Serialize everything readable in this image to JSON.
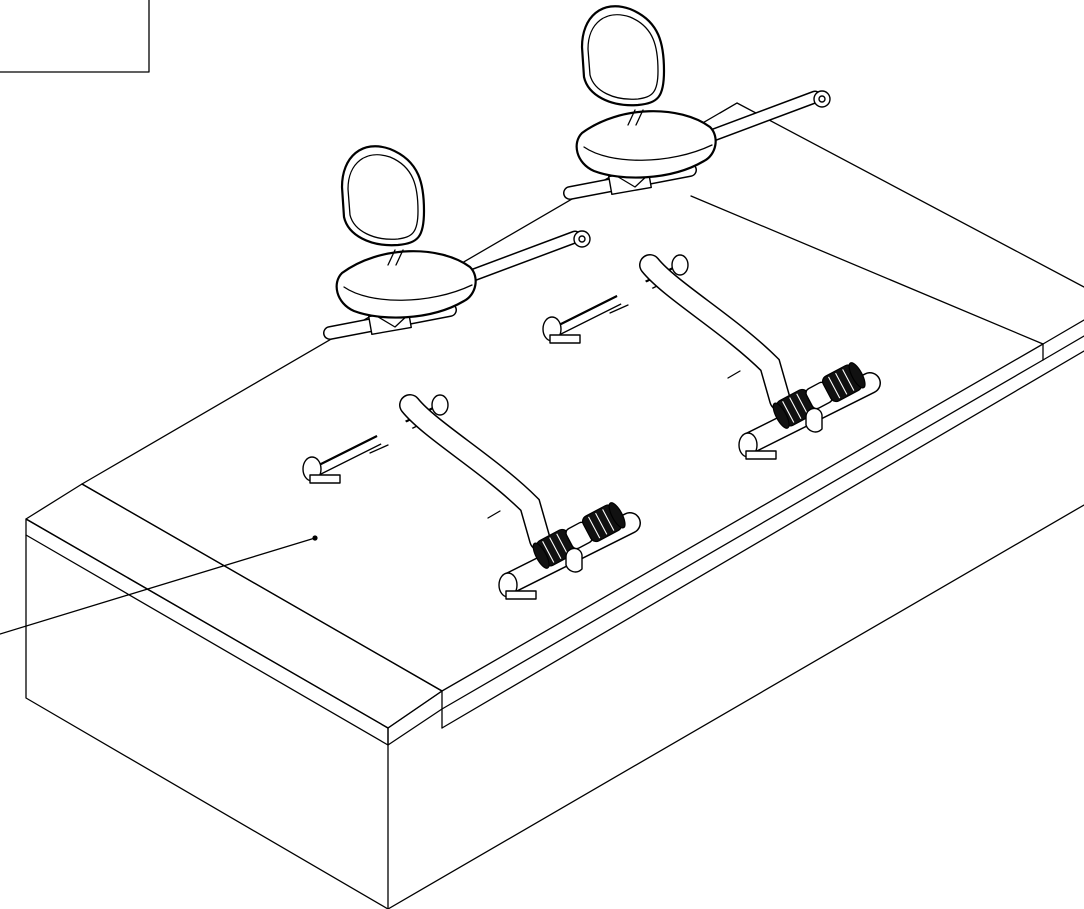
{
  "drawing": {
    "subject": "two-recumbent-exercise-bikes-on-platform",
    "colors": {
      "line": "#000000",
      "background": "#ffffff",
      "grip": "#111111"
    },
    "components": {
      "platform": {
        "sections": 2,
        "has_raised_border": true
      },
      "bikes": [
        {
          "id": "bike-1",
          "position": "front-left"
        },
        {
          "id": "bike-2",
          "position": "rear-right"
        }
      ],
      "callout": {
        "target": "platform-top-surface"
      },
      "title_block": {
        "text": ""
      }
    }
  }
}
